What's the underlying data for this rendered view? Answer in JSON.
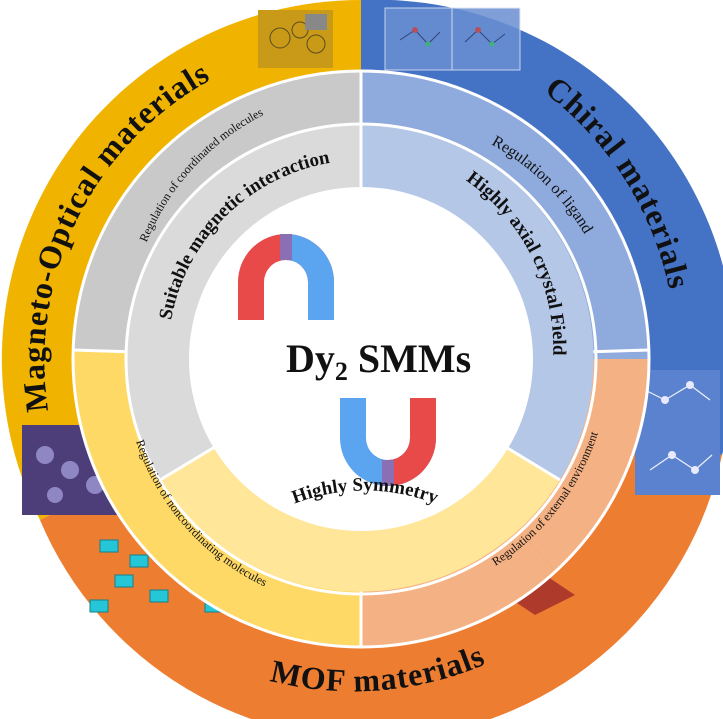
{
  "center": {
    "title_main": "Dy",
    "title_sub": "2",
    "title_rest": " SMMs"
  },
  "outer_ring": {
    "chiral": "Chiral  materials",
    "magneto_optical": "Magneto-Optical materials",
    "mof": "MOF materials"
  },
  "middle_ring": {
    "ligand": "Regulation of ligand",
    "coordinated": "Regulation of coordinated molecules",
    "noncoordinating": "Regulation of noncoordinating molecules",
    "external": "Regulation of external environment"
  },
  "inner_ring": {
    "crystal_field": "Highly axial crystal Field",
    "magnetic_interaction": "Suitable magnetic interaction",
    "symmetry": "Highly Symmetry"
  },
  "colors": {
    "chiral_outer": "#4472c4",
    "magneto_outer": "#f0b400",
    "mof_outer": "#ed7d31",
    "chiral_mid": "#8faadc",
    "chiral_inner": "#b4c7e7",
    "coord_mid": "#c9c9c9",
    "coord_inner": "#dadada",
    "noncoord_mid": "#ffd966",
    "noncoord_inner": "#ffe699",
    "external_mid": "#f4b183",
    "center": "#ffffff",
    "magnet_red": "#e84a4a",
    "magnet_blue": "#5ba4ef"
  }
}
